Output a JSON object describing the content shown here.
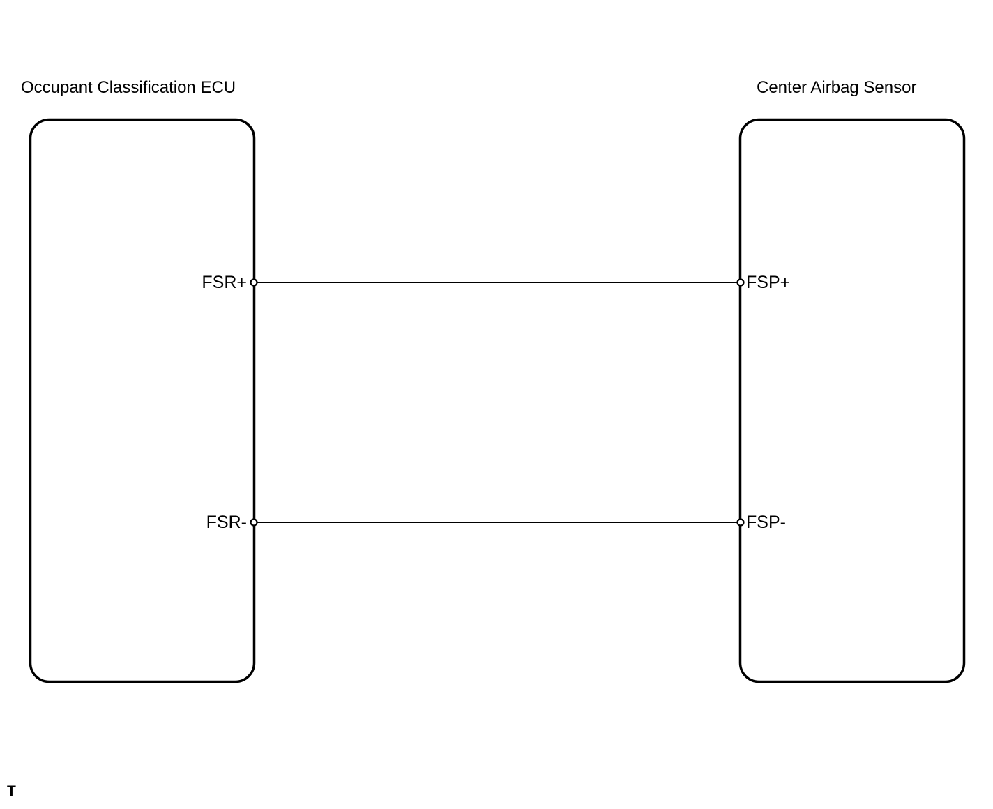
{
  "diagram": {
    "type": "wiring-connector-diagram",
    "background_color": "#ffffff",
    "line_color": "#000000",
    "blocks": [
      {
        "id": "occupant-classification-ecu",
        "title": "Occupant Classification ECU",
        "side": "left",
        "terminals": [
          {
            "id": "fsr-plus",
            "label": "FSR+"
          },
          {
            "id": "fsr-minus",
            "label": "FSR-"
          }
        ]
      },
      {
        "id": "center-airbag-sensor",
        "title": "Center Airbag Sensor",
        "side": "right",
        "terminals": [
          {
            "id": "fsp-plus",
            "label": "FSP+"
          },
          {
            "id": "fsp-minus",
            "label": "FSP-"
          }
        ]
      }
    ],
    "wires": [
      {
        "id": "wire-upper",
        "from": "fsr-plus",
        "to": "fsp-plus"
      },
      {
        "id": "wire-lower",
        "from": "fsr-minus",
        "to": "fsp-minus"
      }
    ],
    "corner_mark": "T"
  }
}
